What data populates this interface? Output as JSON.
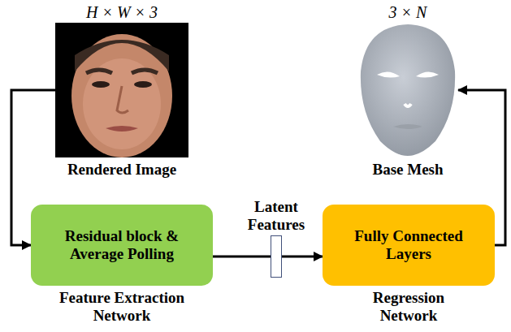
{
  "diagram": {
    "nodes": [
      {
        "text": [
          "H × W × 3",
          "Rendered Image"
        ]
      },
      {
        "text": [
          "Residual block & Average Polling",
          "Feature Extraction Network"
        ]
      },
      {
        "text": [
          "Latent Features"
        ]
      },
      {
        "text": [
          "Fully Connected Layers",
          "Regression Network"
        ]
      },
      {
        "text": [
          "3 × N",
          "Base Mesh"
        ]
      }
    ],
    "edges": [
      {
        "from": 0,
        "to": 1,
        "arrow": "to"
      },
      {
        "from": 1,
        "to": 2,
        "arrow": "none"
      },
      {
        "from": 2,
        "to": 3,
        "arrow": "to"
      },
      {
        "from": 3,
        "to": 4,
        "arrow": "to"
      }
    ]
  }
}
